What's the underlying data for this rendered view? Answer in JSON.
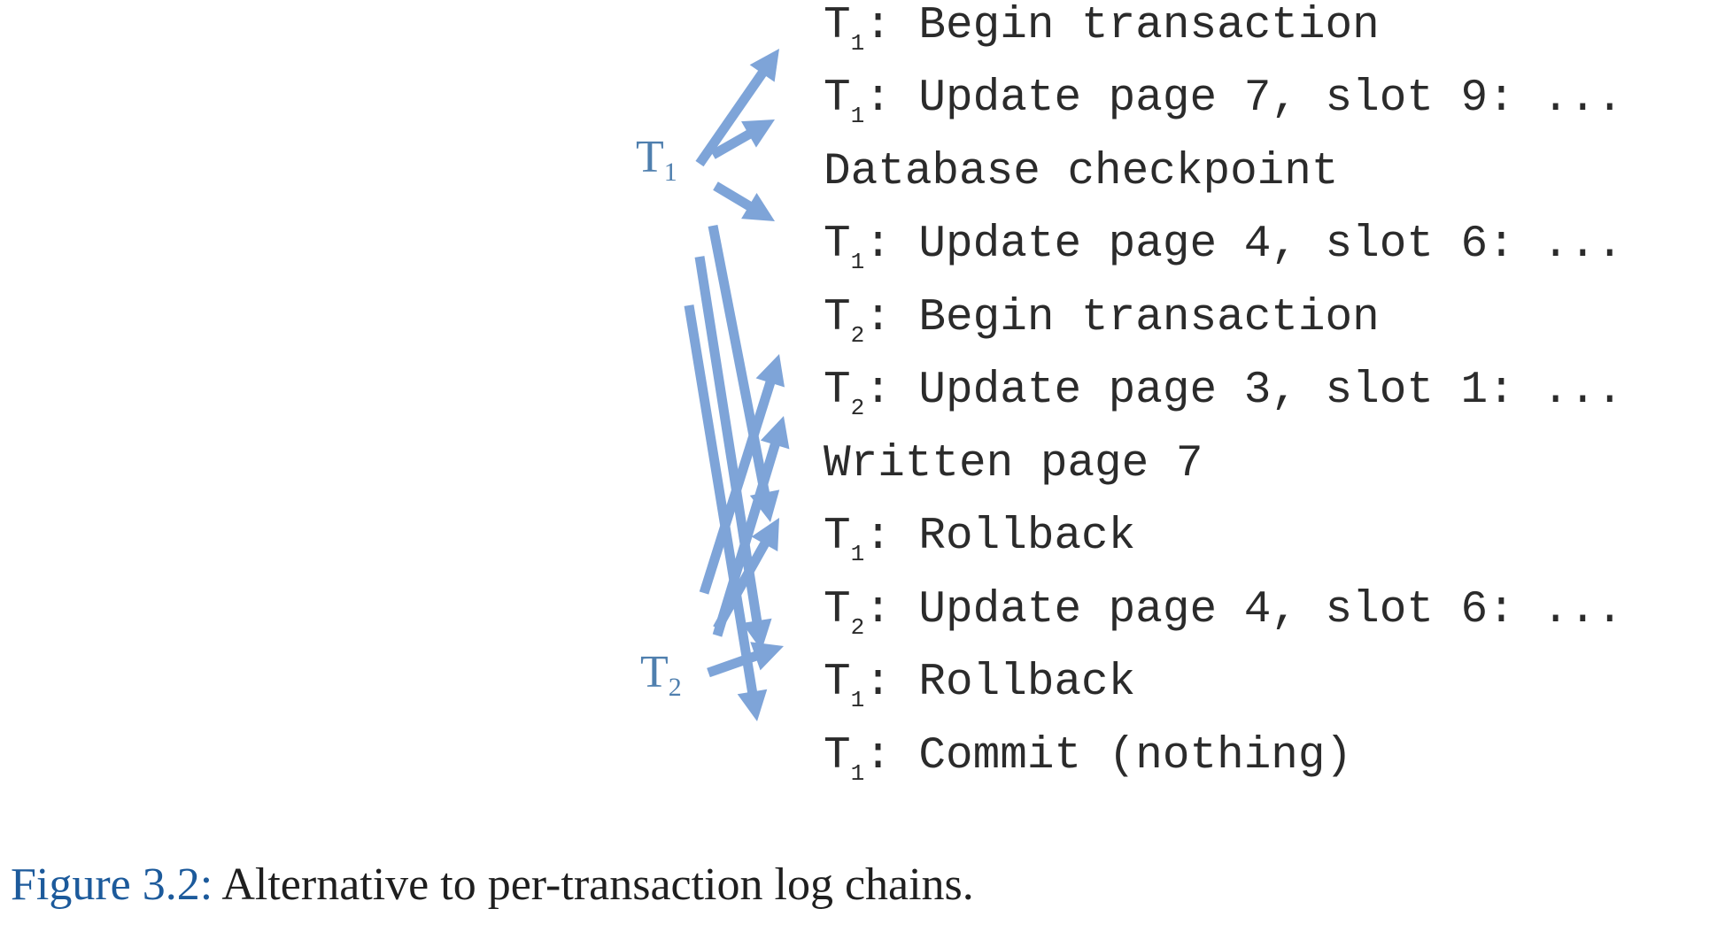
{
  "diagram": {
    "colors": {
      "arrow": "#7ea4d8",
      "label": "#4f7fae",
      "log_text": "#2b2b2b",
      "caption_number": "#1c5a9b"
    },
    "transaction_labels": [
      {
        "name": "T",
        "sub": "1"
      },
      {
        "name": "T",
        "sub": "2"
      }
    ],
    "log_entries": [
      {
        "prefix": "T",
        "sub": "1",
        "text": ": Begin transaction"
      },
      {
        "prefix": "T",
        "sub": "1",
        "text": ": Update page 7, slot 9: ..."
      },
      {
        "prefix": "",
        "sub": "",
        "text": "Database checkpoint"
      },
      {
        "prefix": "T",
        "sub": "1",
        "text": ": Update page 4, slot 6: ..."
      },
      {
        "prefix": "T",
        "sub": "2",
        "text": ": Begin transaction"
      },
      {
        "prefix": "T",
        "sub": "2",
        "text": ": Update page 3, slot 1: ..."
      },
      {
        "prefix": "",
        "sub": "",
        "text": "Written page 7"
      },
      {
        "prefix": "T",
        "sub": "1",
        "text": ": Rollback"
      },
      {
        "prefix": "T",
        "sub": "2",
        "text": ": Update page 4, slot 6: ..."
      },
      {
        "prefix": "T",
        "sub": "1",
        "text": ": Rollback"
      },
      {
        "prefix": "T",
        "sub": "1",
        "text": ": Commit (nothing)"
      }
    ]
  },
  "caption": {
    "number": "Figure 3.2:",
    "text": " Alternative to per-transaction log chains."
  }
}
